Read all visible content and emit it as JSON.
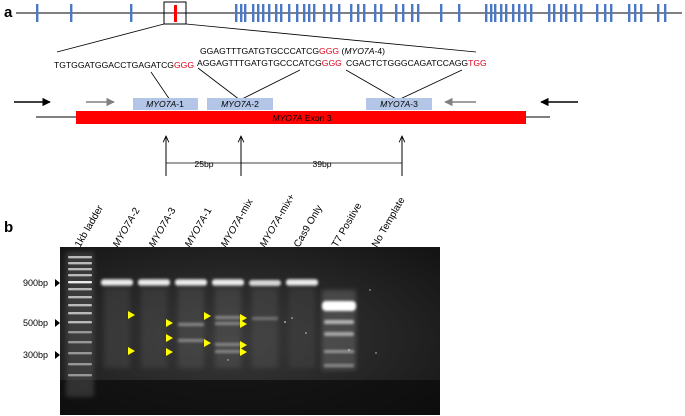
{
  "panel_a": {
    "letter": "a",
    "seq_left": {
      "black": "TGTGGATGGACCTGAGATCG",
      "red": "GGG"
    },
    "seq_top": {
      "black": "GGAGTTTGATGTGCCCATCG",
      "red": "GGG",
      "note_open": " (",
      "note_gene": "MYO7A",
      "note_rest": "-4)"
    },
    "seq_mid": {
      "black": "AGGAGTTTGATGTGCCCATCG",
      "red": "GGG"
    },
    "seq_right": {
      "black": "CGACTCTGGGCAGATCCAGG",
      "red": "TGG"
    },
    "guides": [
      {
        "gene": "MYO7A",
        "suffix": "-1"
      },
      {
        "gene": "MYO7A",
        "suffix": "-2"
      },
      {
        "gene": "MYO7A",
        "suffix": "-3"
      }
    ],
    "exon": {
      "gene": "MYO7A",
      "rest": " Exon 3"
    },
    "dist_1": "25bp",
    "dist_2": "39bp",
    "colors": {
      "exon": "#ff0000",
      "gene_bar": "#4a78c2",
      "guide": "#b4c6e7",
      "pam": "#e0001a",
      "primer_grey": "#808080"
    }
  },
  "panel_b": {
    "letter": "b",
    "lanes": [
      {
        "label": "1kb ladder"
      },
      {
        "gene": "MYO7A",
        "label": "-2"
      },
      {
        "gene": "MYO7A",
        "label": "-3"
      },
      {
        "gene": "MYO7A",
        "label": "-1"
      },
      {
        "gene": "MYO7A",
        "label": "-mix"
      },
      {
        "gene": "MYO7A",
        "label": "-mix+"
      },
      {
        "label": "Cas9 Only"
      },
      {
        "label": "T7 Positive"
      },
      {
        "label": "No Template"
      }
    ],
    "markers": [
      "900bp",
      "500bp",
      "300bp"
    ],
    "colors": {
      "arrowhead": "#ffff00",
      "gel": "#1e1e1e"
    }
  }
}
